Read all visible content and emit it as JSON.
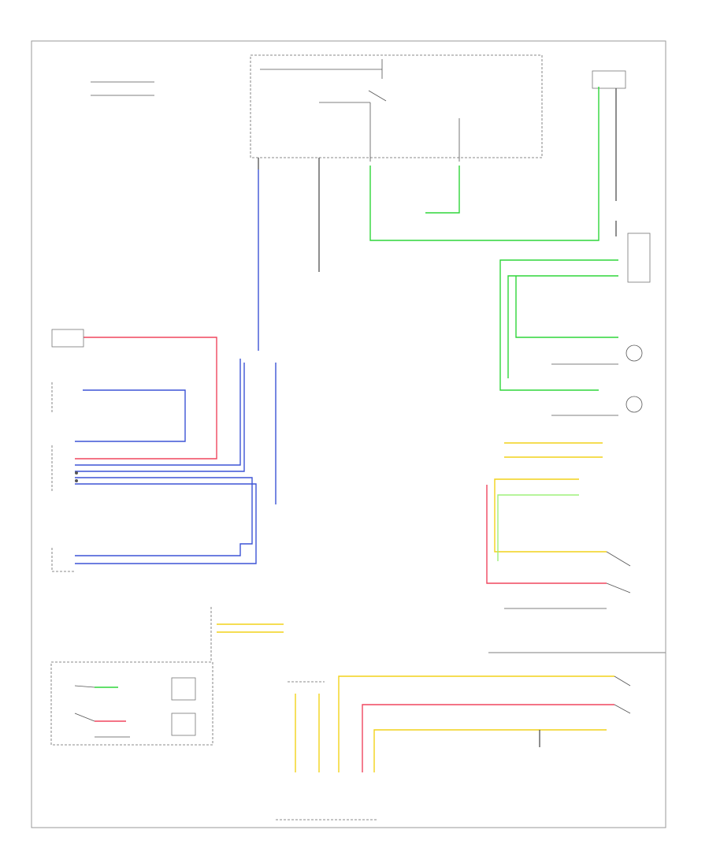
{
  "page_label": "",
  "colors": {
    "blue": "#3d54d6",
    "green": "#2fd63a",
    "red": "#f0465f",
    "yellow": "#f2d21a",
    "lime": "#9ef07a",
    "gray": "#999999",
    "frame": "#9a9a9a"
  },
  "note": "",
  "components": [
    {
      "id": "transmission-control-module",
      "label": ""
    },
    {
      "id": "shift-lock-control-switch",
      "label": ""
    },
    {
      "id": "left-paddle-switch",
      "label": ""
    },
    {
      "id": "right-paddle-switch",
      "label": ""
    },
    {
      "id": "data-link-connector",
      "label": ""
    },
    {
      "id": "automatic-transmission-shift-lock-control",
      "label": ""
    },
    {
      "id": "transmission-range-switch",
      "label": ""
    },
    {
      "id": "input-speed-sensor",
      "label": ""
    },
    {
      "id": "output-speed-sensor",
      "label": ""
    },
    {
      "id": "pressure-control-solenoids",
      "label": ""
    }
  ]
}
